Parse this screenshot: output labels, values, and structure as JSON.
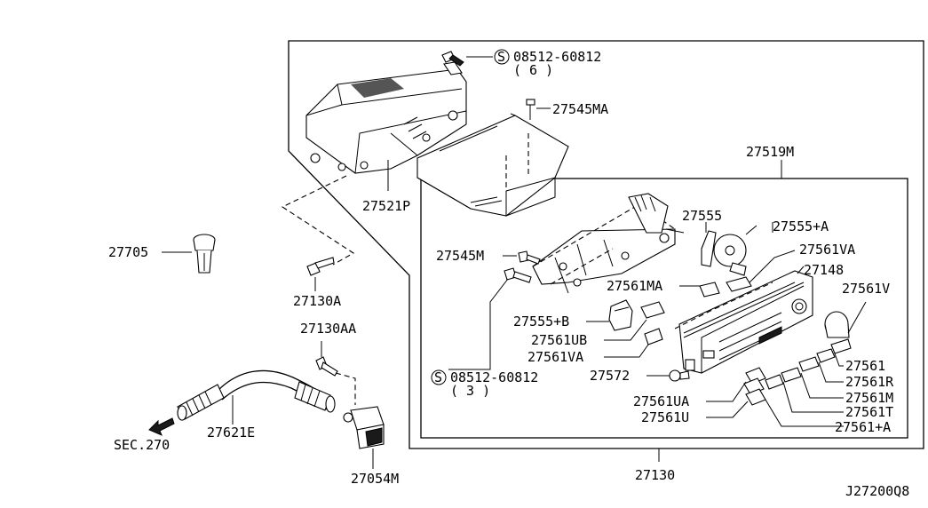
{
  "labels": {
    "p_08512_60812_top": "08512-60812",
    "p_qty_6": "( 6 )",
    "p_27545MA": "27545MA",
    "p_27519M": "27519M",
    "p_27521P": "27521P",
    "p_27705": "27705",
    "p_27130A": "27130A",
    "p_27130AA": "27130AA",
    "p_27621E": "27621E",
    "p_sec270": "SEC.270",
    "p_27054M": "27054M",
    "p_27130": "27130",
    "p_27545M": "27545M",
    "p_27555": "27555",
    "p_27555A": "27555+A",
    "p_27561VA_top": "27561VA",
    "p_27148": "27148",
    "p_27561MA": "27561MA",
    "p_27561V": "27561V",
    "p_27555B": "27555+B",
    "p_27561UB": "27561UB",
    "p_27561VA_bot": "27561VA",
    "p_08512_60812_bot": "08512-60812",
    "p_qty_3": "( 3 )",
    "p_27572": "27572",
    "p_27561": "27561",
    "p_27561R": "27561R",
    "p_27561UA": "27561UA",
    "p_27561M": "27561M",
    "p_27561U": "27561U",
    "p_27561T": "27561T",
    "p_27561A": "27561+A",
    "diagram_code": "J27200Q8",
    "screw_symbol": "S"
  }
}
